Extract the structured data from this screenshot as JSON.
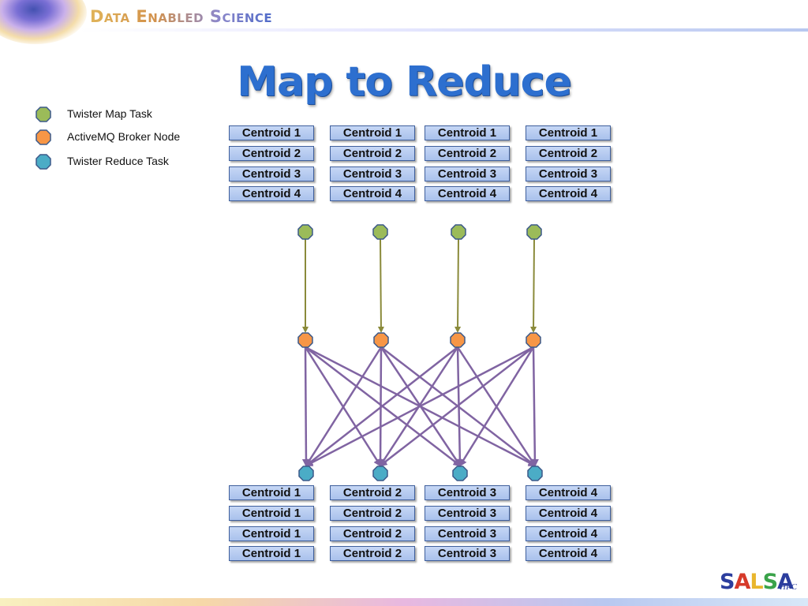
{
  "header": {
    "brand": "Data Enabled Science",
    "title": "Map to Reduce"
  },
  "legend": [
    {
      "label": "Twister Map Task",
      "color": "#9bbb59",
      "icon": "map-task-node-icon"
    },
    {
      "label": "ActiveMQ Broker Node",
      "color": "#f79646",
      "icon": "broker-node-icon"
    },
    {
      "label": "Twister Reduce Task",
      "color": "#4bacc6",
      "icon": "reduce-task-node-icon"
    }
  ],
  "map_columns": [
    [
      "Centroid 1",
      "Centroid 2",
      "Centroid 3",
      "Centroid 4"
    ],
    [
      "Centroid 1",
      "Centroid 2",
      "Centroid 3",
      "Centroid 4"
    ],
    [
      "Centroid 1",
      "Centroid 2",
      "Centroid 3",
      "Centroid 4"
    ],
    [
      "Centroid 1",
      "Centroid 2",
      "Centroid 3",
      "Centroid 4"
    ]
  ],
  "reduce_columns": [
    [
      "Centroid 1",
      "Centroid 1",
      "Centroid 1",
      "Centroid 1"
    ],
    [
      "Centroid 2",
      "Centroid 2",
      "Centroid 2",
      "Centroid 2"
    ],
    [
      "Centroid 3",
      "Centroid 3",
      "Centroid 3",
      "Centroid 3"
    ],
    [
      "Centroid 4",
      "Centroid 4",
      "Centroid 4",
      "Centroid 4"
    ]
  ],
  "colors": {
    "map_node": "#9bbb59",
    "broker_node": "#f79646",
    "reduce_node": "#4bacc6",
    "map_to_broker_edge": "#8a8a3a",
    "broker_to_reduce_edge": "#8064a2",
    "title": "#2d6fcf"
  },
  "logo": {
    "text": "SALSA",
    "suffix": "HPC"
  }
}
